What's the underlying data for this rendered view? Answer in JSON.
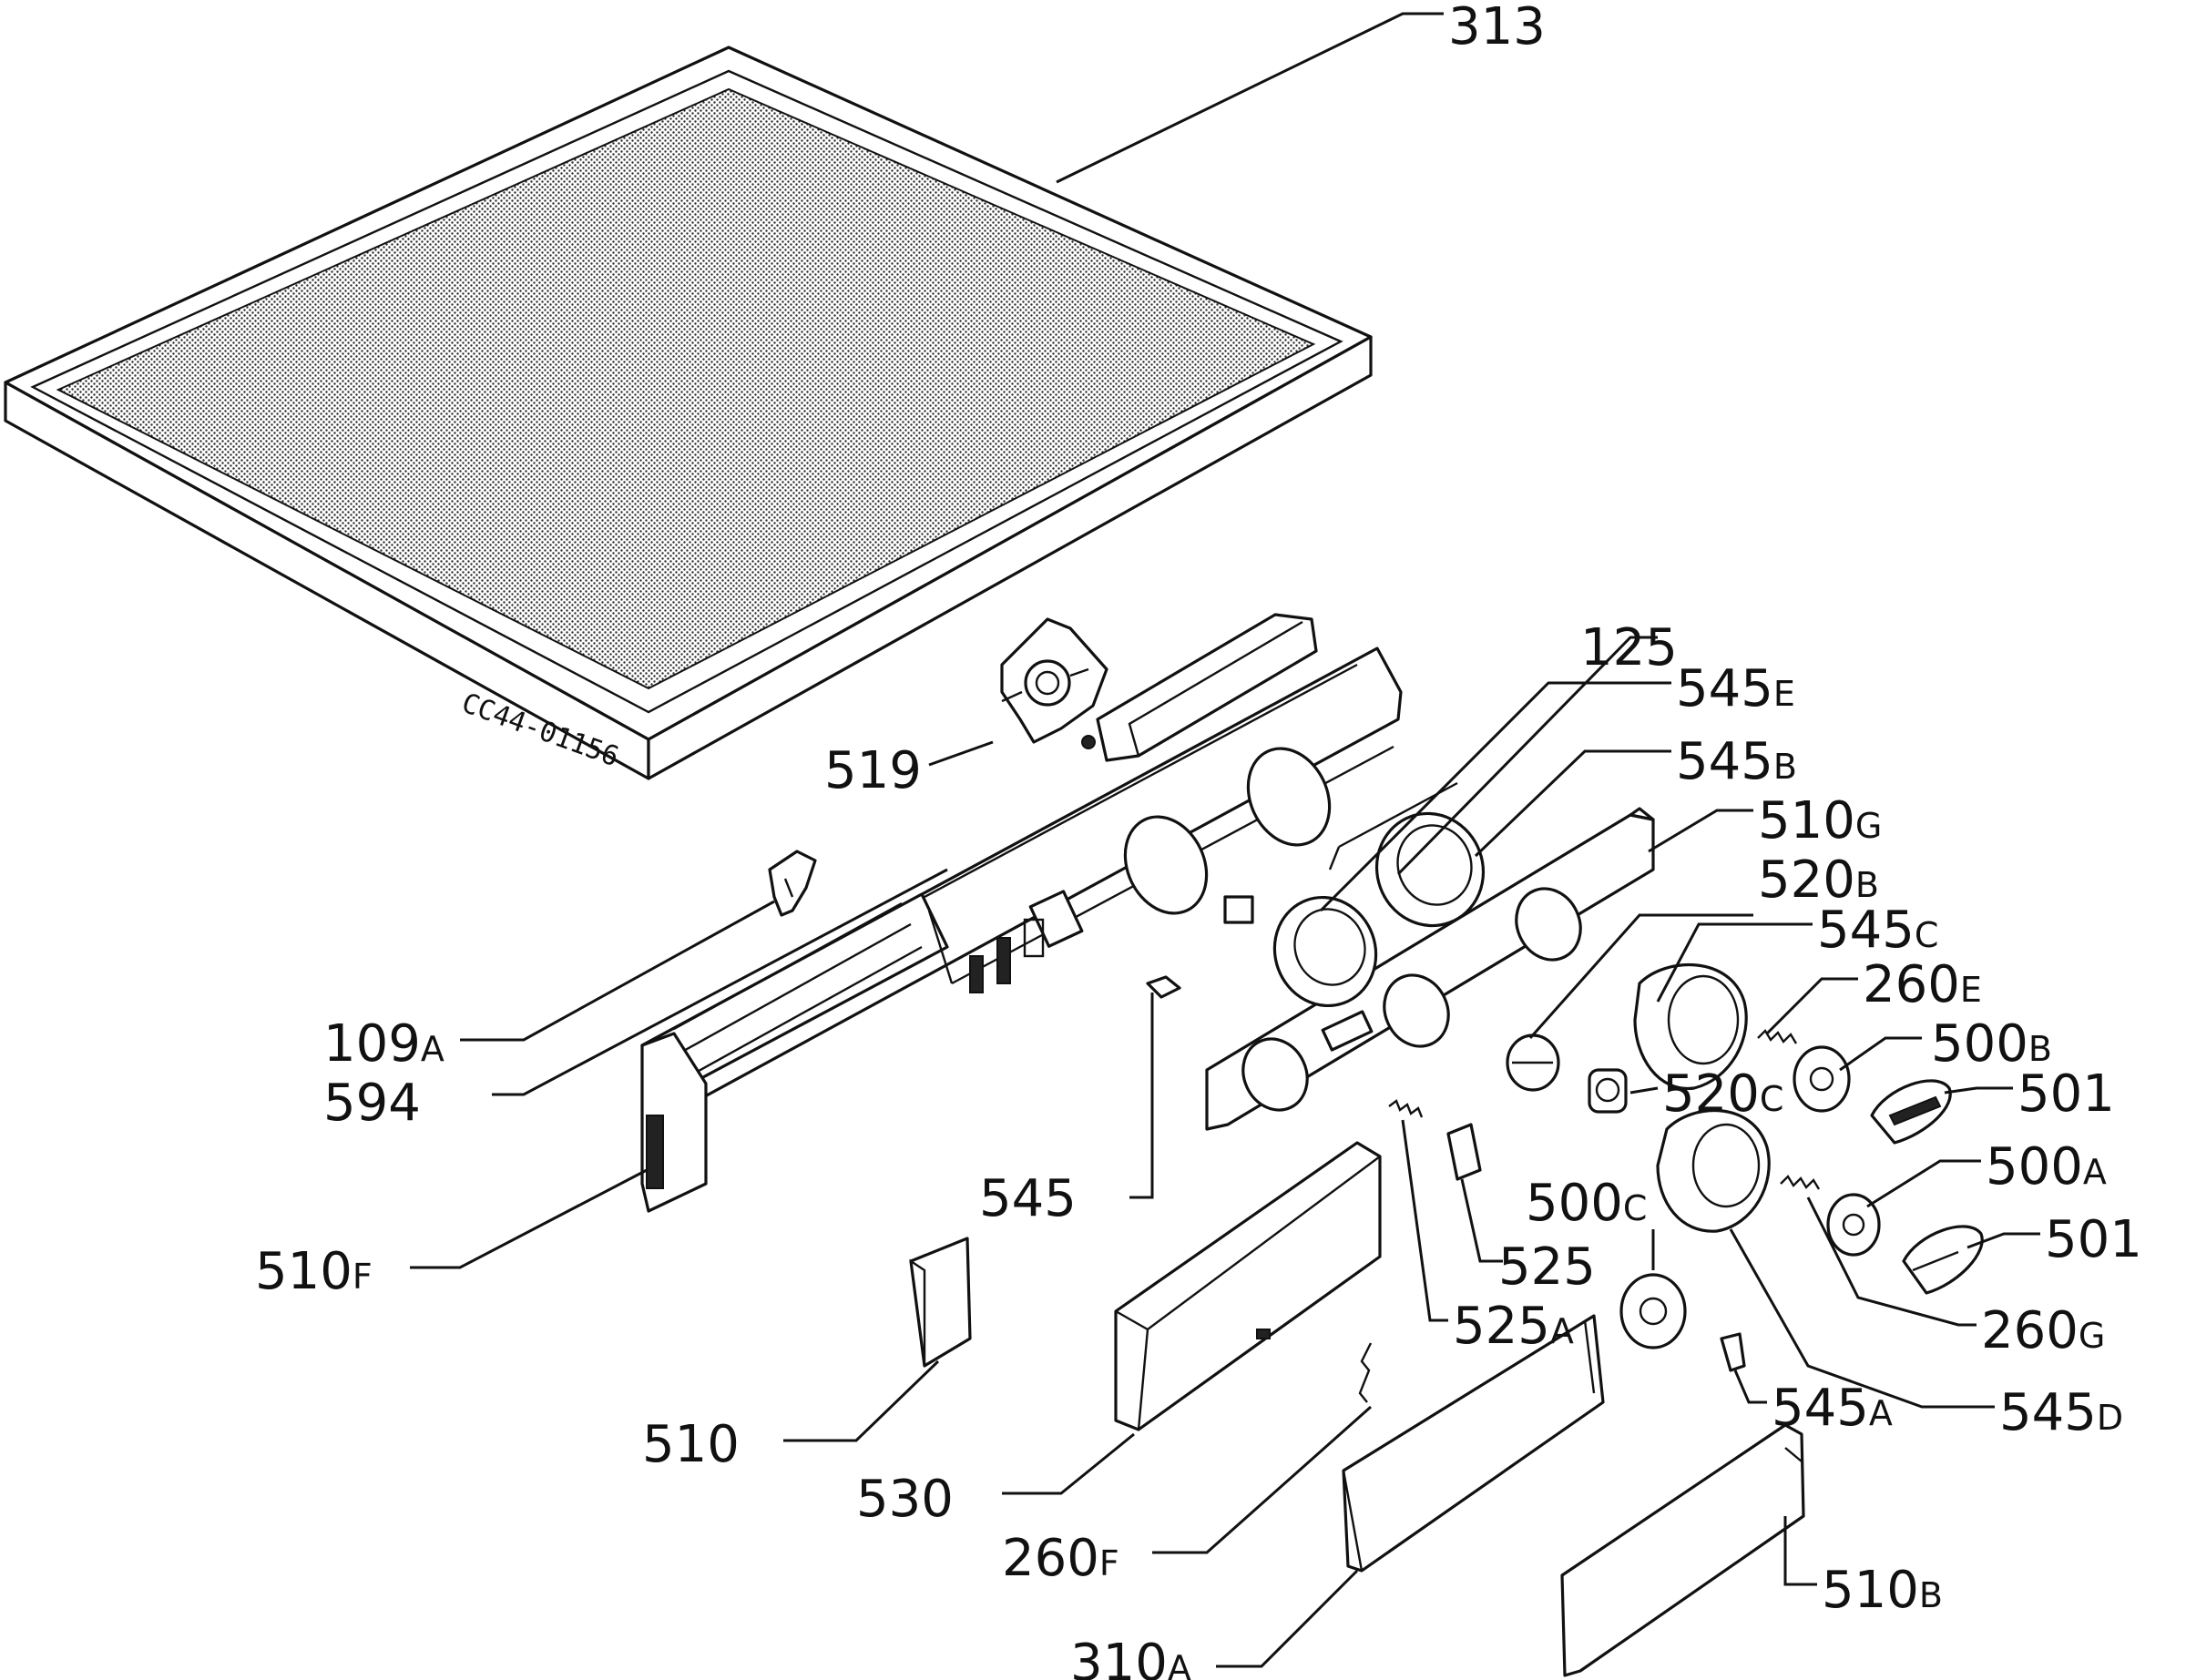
{
  "drawing_ref": "CC44-01156",
  "callouts": [
    {
      "id": "313",
      "num": "313",
      "suf": ""
    },
    {
      "id": "125",
      "num": "125",
      "suf": ""
    },
    {
      "id": "545E",
      "num": "545",
      "suf": "E"
    },
    {
      "id": "519",
      "num": "519",
      "suf": ""
    },
    {
      "id": "545B",
      "num": "545",
      "suf": "B"
    },
    {
      "id": "510G",
      "num": "510",
      "suf": "G"
    },
    {
      "id": "520B",
      "num": "520",
      "suf": "B"
    },
    {
      "id": "545C",
      "num": "545",
      "suf": "C"
    },
    {
      "id": "260E",
      "num": "260",
      "suf": "E"
    },
    {
      "id": "500B",
      "num": "500",
      "suf": "B"
    },
    {
      "id": "109A",
      "num": "109",
      "suf": "A"
    },
    {
      "id": "501a",
      "num": "501",
      "suf": ""
    },
    {
      "id": "594",
      "num": "594",
      "suf": ""
    },
    {
      "id": "520C",
      "num": "520",
      "suf": "C"
    },
    {
      "id": "500A",
      "num": "500",
      "suf": "A"
    },
    {
      "id": "545",
      "num": "545",
      "suf": ""
    },
    {
      "id": "500C",
      "num": "500",
      "suf": "C"
    },
    {
      "id": "501b",
      "num": "501",
      "suf": ""
    },
    {
      "id": "510F",
      "num": "510",
      "suf": "F"
    },
    {
      "id": "525",
      "num": "525",
      "suf": ""
    },
    {
      "id": "525A",
      "num": "525",
      "suf": "A"
    },
    {
      "id": "260G",
      "num": "260",
      "suf": "G"
    },
    {
      "id": "510",
      "num": "510",
      "suf": ""
    },
    {
      "id": "545A",
      "num": "545",
      "suf": "A"
    },
    {
      "id": "545D",
      "num": "545",
      "suf": "D"
    },
    {
      "id": "530",
      "num": "530",
      "suf": ""
    },
    {
      "id": "260F",
      "num": "260",
      "suf": "F"
    },
    {
      "id": "510B",
      "num": "510",
      "suf": "B"
    },
    {
      "id": "310A",
      "num": "310",
      "suf": "A"
    }
  ]
}
